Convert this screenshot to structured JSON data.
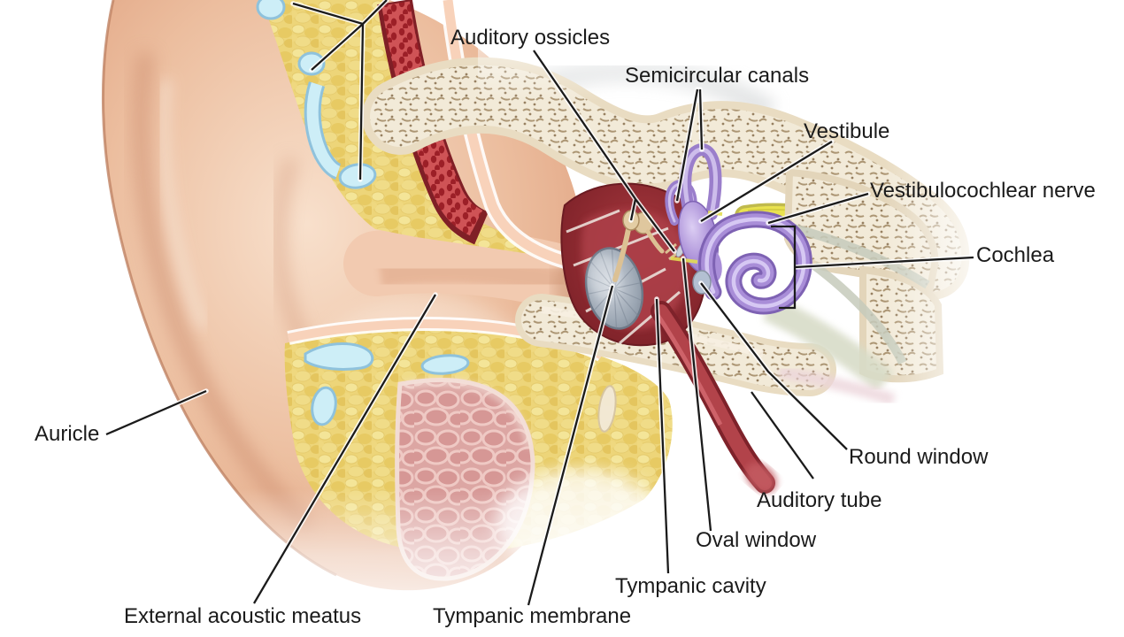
{
  "figure": {
    "background": "#ffffff",
    "label_color": "#1b1b1b",
    "leader_line_color": "#1b1b1b"
  },
  "labels": {
    "auditory_ossicles": "Auditory ossicles",
    "semicircular_canals": "Semicircular canals",
    "vestibule": "Vestibule",
    "vestibulocochlear_nerve": "Vestibulocochlear nerve",
    "cochlea": "Cochlea",
    "round_window": "Round window",
    "auditory_tube": "Auditory tube",
    "oval_window": "Oval window",
    "tympanic_cavity": "Tympanic cavity",
    "tympanic_membrane": "Tympanic membrane",
    "external_acoustic_meatus": "External acoustic meatus",
    "auricle": "Auricle"
  },
  "palette": {
    "skin": "#e9b496",
    "adipose_fat": "#edd579",
    "elastic_cartilage": "#cdeef7",
    "bone_cortical": "#e9dcc2",
    "bone_trabecular": "#f2ead8",
    "tympanic_cavity_red": "#8e2d34",
    "tympanic_membrane_gray": "#9aa5b2",
    "inner_ear_purple": "#a98ed8",
    "nerve_yellow": "#e9e24f",
    "auditory_tube_red": "#b2434a",
    "gland_pink": "#dca6a3"
  }
}
